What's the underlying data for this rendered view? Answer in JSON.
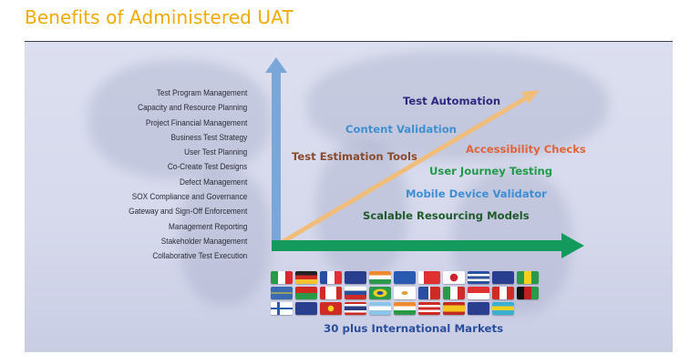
{
  "title": "Benefits of Administered UAT",
  "services": [
    "Test Program Management",
    "Capacity and Resource Planning",
    "Project Financial Management",
    "Business Test Strategy",
    "User Test Planning",
    "Co-Create Test Designs",
    "Defect Management",
    "SOX Compliance and Governance",
    "Gateway and Sign-Off Enforcement",
    "Management Reporting",
    "Stakeholder Management",
    "Collaborative Test Execution"
  ],
  "capabilities": [
    {
      "label": "Test Automation",
      "color": "#2d2a7e"
    },
    {
      "label": "Content Validation",
      "color": "#3f8fcf"
    },
    {
      "label": "Accessibility Checks",
      "color": "#e0643a"
    },
    {
      "label": "Test Estimation Tools",
      "color": "#8a4a2c"
    },
    {
      "label": "User Journey Testing",
      "color": "#1f9a48"
    },
    {
      "label": "Mobile Device Validator",
      "color": "#3d8fd4"
    },
    {
      "label": "Scalable Resourcing Models",
      "color": "#1f5a2a"
    }
  ],
  "axes": {
    "vertical_color": "#7aa6d8",
    "horizontal_color": "#159a5e",
    "diagonal_color": "#f0bd7a"
  },
  "flags": [
    [
      "italy",
      "germany",
      "france",
      "new-zealand-blue",
      "india",
      "scotland",
      "red-white",
      "japan",
      "cuba",
      "new-zealand-blue",
      "green-yellow"
    ],
    [
      "blue-stripe",
      "vanuatu",
      "canada",
      "russia",
      "brazil",
      "cyprus",
      "dominican-republic",
      "mexico",
      "singapore",
      "peru",
      "afghanistan"
    ],
    [
      "finland",
      "new-zealand",
      "vietnam",
      "thailand",
      "argentina",
      "india",
      "puerto-rico",
      "spain",
      "new-zealand",
      "bahamas"
    ]
  ],
  "markets_label": "30 plus International Markets",
  "colors": {
    "title": "#f2a900",
    "markets": "#2a4e9c"
  }
}
